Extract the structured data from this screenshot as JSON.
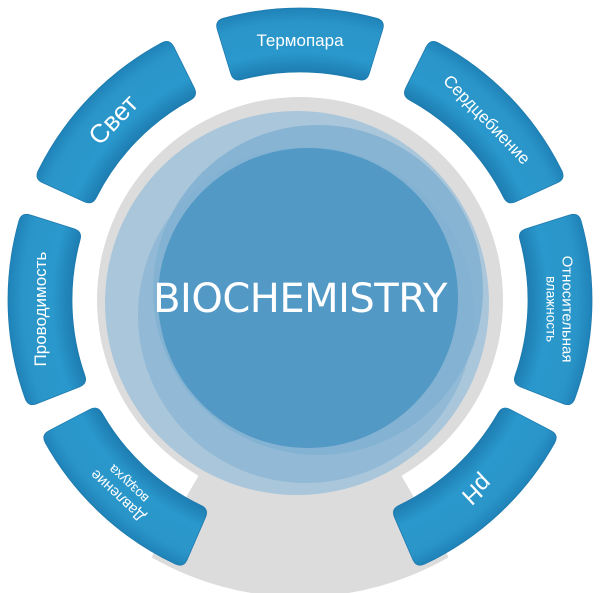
{
  "center": {
    "title": "BIOCHEMISTRY"
  },
  "colors": {
    "segment_fill": "#2a95c9",
    "segment_edge": "#1d7aae",
    "stand_gray": "#dcdcdc",
    "ring_light": "#a9c6db",
    "ring_mid": "#86b3d3",
    "core_blue": "#5299c6",
    "text": "#ffffff"
  },
  "segments": [
    {
      "id": "thermocouple",
      "label": "Термопара",
      "lines": [
        "Термопара"
      ],
      "angle": 0
    },
    {
      "id": "heartbeat",
      "label": "Сердцебиение",
      "lines": [
        "Сердцебиение"
      ],
      "angle": 46
    },
    {
      "id": "relative-humidity",
      "label": "Относительная влажность",
      "lines": [
        "Относительная",
        "влажность"
      ],
      "angle": 92
    },
    {
      "id": "ph",
      "label": "pH",
      "lines": [
        "pH"
      ],
      "angle": 137
    },
    {
      "id": "air-pressure",
      "label": "Давление воздуха",
      "lines": [
        "Давление",
        "воздуха"
      ],
      "angle": 223
    },
    {
      "id": "conductivity",
      "label": "Проводимость",
      "lines": [
        "Проводимость"
      ],
      "angle": 268
    },
    {
      "id": "light",
      "label": "Свет",
      "lines": [
        "Свет"
      ],
      "angle": 314
    }
  ]
}
